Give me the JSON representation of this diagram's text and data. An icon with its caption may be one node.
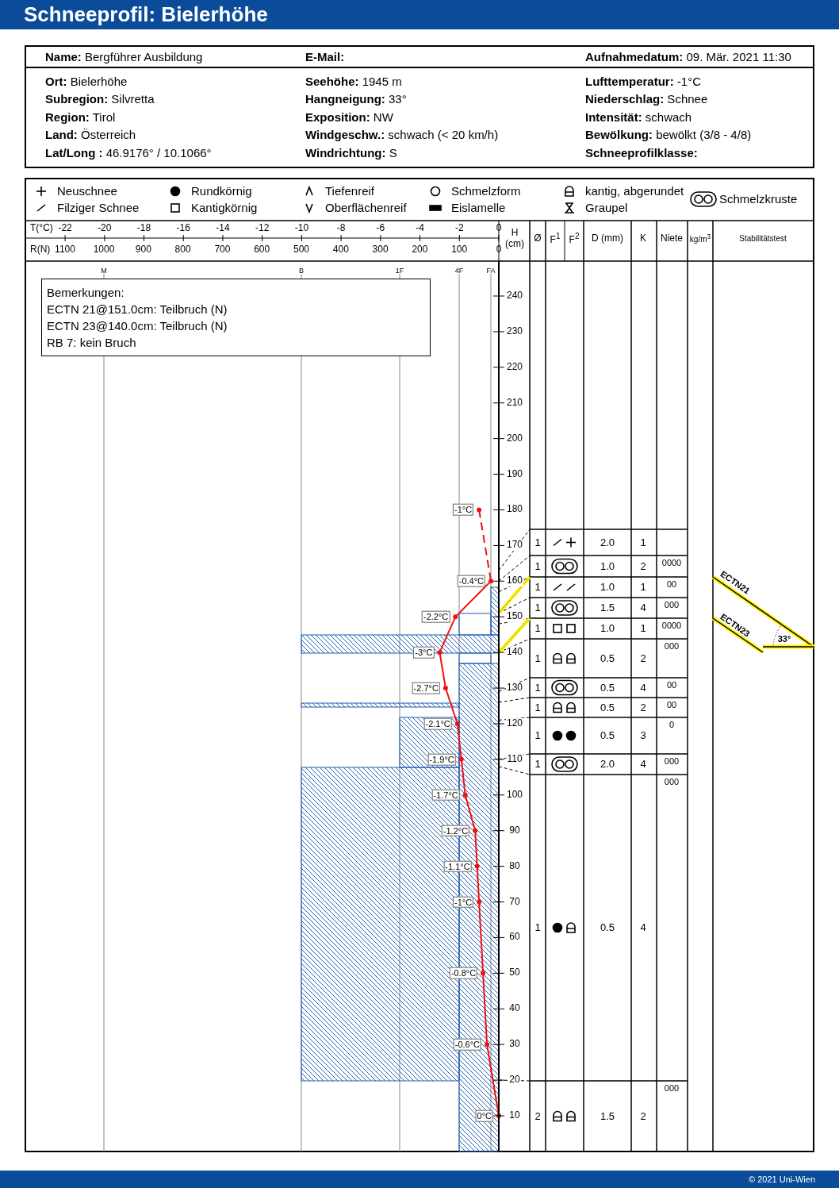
{
  "diagram": {
    "title": "Schneeprofil: Bielerhöhe",
    "nodes": [
      {
        "text": [
          "Bemerkungen:",
          "ECTN 21@151.0cm: Teilbruch (N)",
          "ECTN 23@140.0cm: Teilbruch (N)",
          "RB 7: kein Bruch"
        ]
      }
    ],
    "labels": [
      "**Name:** Bergführer Ausbildung",
      "E-Mail:",
      "**Aufnahmedatum:** 09. Mär. 2021 11:30",
      "**Ort:** Bielerhöhe",
      "**Seehöhe:** 1945 m",
      "**Lufttemperatur:** -1°C",
      "**Subregion:** Silvretta",
      "**Hangneigung:** 33°",
      "**Niederschlag:** Schnee",
      "**Region:** Tirol",
      "**Exposition:** NW",
      "**Intensität:** schwach",
      "**Land:** Österreich",
      "**Windgeschw.:** schwach (< 20 km/h)",
      "**Bewölkung:** bewölkt (3/8 - 4/8)",
      "**Lat/Long :** 46.9176° / 10.1066°",
      "**Windrichtung:** S",
      "Schneeprofilklasse:",
      "T(°C)",
      "-22",
      "-20",
      "-18",
      "-16",
      "-14",
      "-12",
      "-10",
      "-8",
      "-6",
      "-4",
      "-2",
      "0",
      "H (cm)",
      "Ø",
      "F$^{1}$",
      "F$^{2}$",
      "D (mm)",
      "K",
      "Niete",
      "kg/m$^{3}$",
      "Stabilitätstest",
      "R(N)",
      "1100",
      "1000",
      "900",
      "800",
      "700",
      "600",
      "500",
      "400",
      "300",
      "200",
      "100",
      "0",
      "M",
      "B",
      "1F",
      "4F",
      "FA",
      "240",
      "230",
      "220",
      "210",
      "200",
      "190",
      "180",
      "170",
      "160",
      "150",
      "140",
      "130",
      "120",
      "110",
      "100",
      "90",
      "80",
      "70",
      "60",
      "50",
      "40",
      "30",
      "20",
      "10",
      "-1°C",
      "-0.4°C",
      "-2.2°C",
      "-3°C",
      "-2.7°C",
      "-2.1°C",
      "-1.9°C",
      "-1.7°C",
      "-1.2°C",
      "-1.1°C",
      "-1°C",
      "-0.8°C",
      "-0.6°C",
      "0°C",
      "1",
      "2.0",
      "1",
      "1",
      "1.0",
      "2",
      "0000",
      "1",
      "1.0",
      "1",
      "00",
      "1",
      "1.5",
      "4",
      "000",
      "1",
      "1.0",
      "1",
      "0000",
      "1",
      "0.5",
      "2",
      "000",
      "1",
      "0.5",
      "4",
      "00",
      "1",
      "0.5",
      "2",
      "00",
      "1",
      "0.5",
      "3",
      "0",
      "1",
      "2.0",
      "4",
      "000",
      "1",
      "0.5",
      "4",
      "000",
      "2",
      "1.5",
      "2",
      "000",
      "ECTN21",
      "ECTN23",
      "33°",
      "© 2021 Uni-Wien"
    ],
    "legend": [
      {
        "text": "Neuschnee"
      },
      {
        "text": "Filziger Schnee"
      },
      {
        "text": "Rundkörnig"
      },
      {
        "text": "Kantigkörnig"
      },
      {
        "text": "Tiefenreif"
      },
      {
        "text": "Oberflächenreif"
      },
      {
        "text": "Schmelzform"
      },
      {
        "text": "Eislamelle"
      },
      {
        "text": "kantig, abgerundet"
      },
      {
        "text": "Graupel"
      },
      {
        "text": "Schmelzkruste"
      }
    ]
  }
}
